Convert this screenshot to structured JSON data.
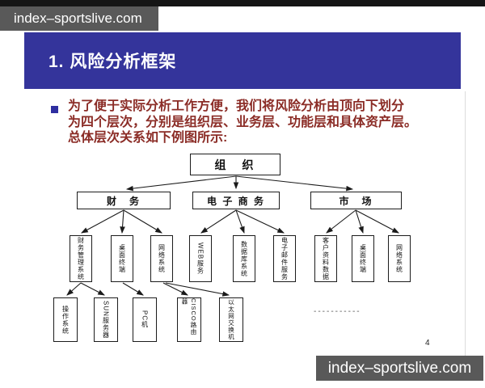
{
  "watermark": {
    "text": "index–sportslive.com"
  },
  "slide": {
    "title": "1. 风险分析框架",
    "bullet_lines": [
      "为了便于实际分析工作方便，我们将风险分析由顶向下划分",
      "为四个层次，分别是组织层、业务层、功能层和具体资产层。",
      "总体层次关系如下例图所示:"
    ],
    "page_number": "4"
  },
  "diagram": {
    "root": "组　织",
    "level2": [
      "财　务",
      "电 子 商 务",
      "市　场"
    ],
    "level3": [
      "财务管理系统",
      "桌面终端",
      "网络系统",
      "WEB服务",
      "数据库系统",
      "电子邮件服务",
      "客户资料数据",
      "桌面终端",
      "网络系统"
    ],
    "level4": [
      "操作系统",
      "SUN服务器",
      "PC机",
      "CISCO路由器",
      "以太网交换机"
    ],
    "ellipsis": "-----------",
    "structure": [
      {
        "parent": "组织",
        "children": [
          "财务",
          "电子商务",
          "市场"
        ]
      },
      {
        "parent": "财务",
        "children": [
          "财务管理系统",
          "桌面终端",
          "网络系统"
        ]
      },
      {
        "parent": "电子商务",
        "children": [
          "WEB服务",
          "数据库系统",
          "电子邮件服务"
        ]
      },
      {
        "parent": "市场",
        "children": [
          "客户资料数据",
          "桌面终端",
          "网络系统"
        ]
      },
      {
        "parent": "财务管理系统",
        "children": [
          "操作系统",
          "SUN服务器"
        ]
      },
      {
        "parent": "桌面终端",
        "children": [
          "PC机"
        ]
      },
      {
        "parent": "网络系统",
        "children": [
          "CISCO路由器",
          "以太网交换机"
        ]
      }
    ]
  },
  "colors": {
    "title_bar": "#34349B",
    "bullet_text": "#8B2C26",
    "watermark_bg": "#595959",
    "top_strip": "#151515"
  }
}
